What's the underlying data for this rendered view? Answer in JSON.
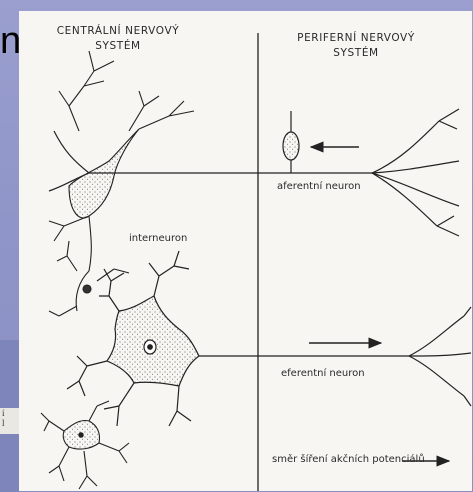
{
  "slide": {
    "title_fragment": "ní",
    "side_note": "í\nl"
  },
  "diagram": {
    "header_left_line1": "CENTRÁLNÍ NERVOVÝ",
    "header_left_line2": "SYSTÉM",
    "header_right_line1": "PERIFERNÍ NERVOVÝ",
    "header_right_line2": "SYSTÉM",
    "label_afferent": "aferentní neuron",
    "label_interneuron": "interneuron",
    "label_efferent": "eferentní neuron",
    "legend_text": "směr šíření akčních potenciálů",
    "stroke_color": "#222222",
    "paper_color": "#f7f6f2"
  }
}
